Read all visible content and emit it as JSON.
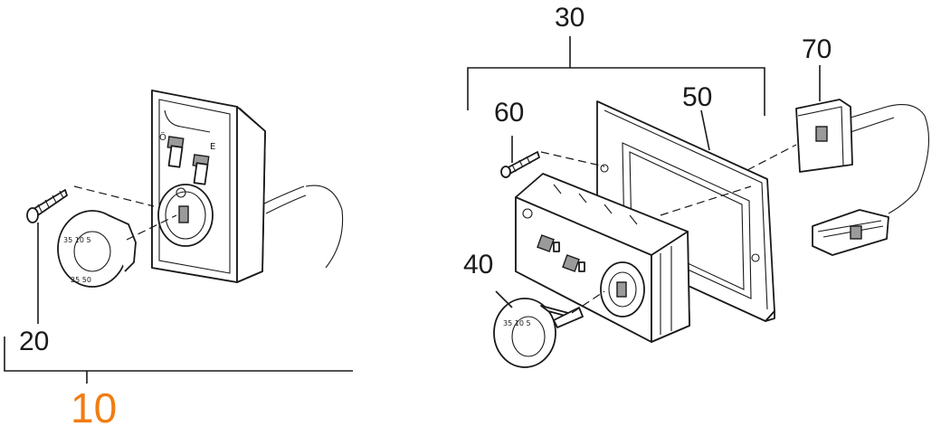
{
  "callouts": {
    "c10": "10",
    "c20": "20",
    "c30": "30",
    "c40": "40",
    "c50": "50",
    "c60": "60",
    "c70": "70"
  },
  "icons": {
    "left_assembly": "wall-switch-unit-icon",
    "knob_small": "dial-knob-icon",
    "screw_small": "screw-icon",
    "frame": "mounting-frame-icon",
    "panel": "control-panel-icon",
    "connector": "cable-connector-icon"
  },
  "colors": {
    "accent": "#f07d12",
    "line": "#1a1a1a",
    "shade": "#9a9a9a"
  }
}
